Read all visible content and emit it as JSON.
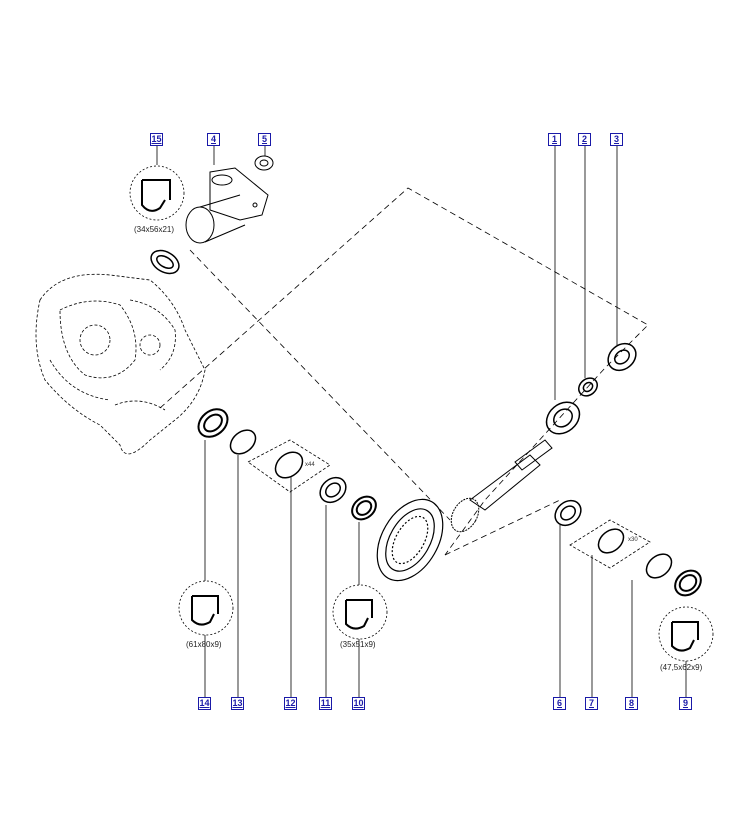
{
  "callouts": {
    "c1": "1",
    "c2": "2",
    "c3": "3",
    "c4": "4",
    "c5": "5",
    "c6": "6",
    "c7": "7",
    "c8": "8",
    "c9": "9",
    "c10": "10",
    "c11": "11",
    "c12": "12",
    "c13": "13",
    "c14": "14",
    "c15": "15"
  },
  "seal_sizes": {
    "s15": "(34x56x21)",
    "s14": "(61x80x9)",
    "s10": "(35x51x9)",
    "s9": "(47,5x62x9)"
  },
  "quantities": {
    "q12": "x44",
    "q7": "x30"
  },
  "colors": {
    "callout": "#1a1aa8",
    "line": "#000000"
  }
}
